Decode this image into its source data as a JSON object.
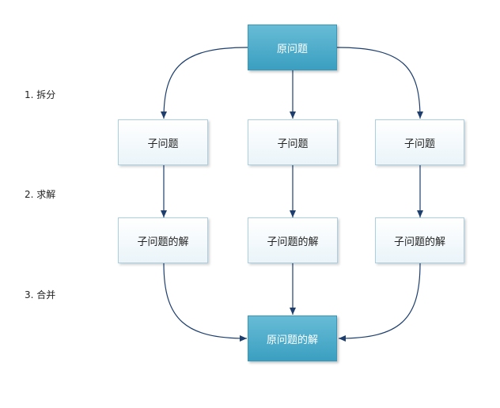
{
  "diagram": {
    "root": "原问题",
    "subproblem": "子问题",
    "subsolution": "子问题的解",
    "result": "原问题的解"
  },
  "steps": [
    "1. 拆分",
    "2. 求解",
    "3. 合并"
  ],
  "colors": {
    "main_fill": "#4aa9cb",
    "sub_fill": "#eaf4f9",
    "sub_border": "#a9cfe0",
    "edge": "#1e3f6e"
  }
}
